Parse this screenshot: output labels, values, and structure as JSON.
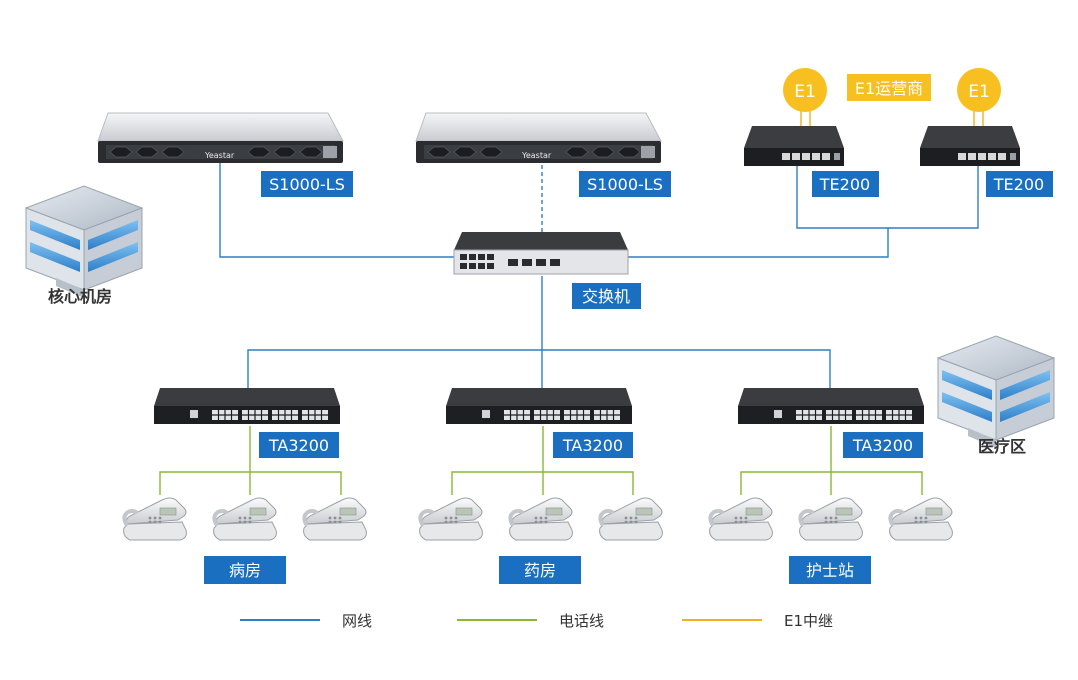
{
  "devices": {
    "server_left": "S1000-LS",
    "server_right": "S1000-LS",
    "te_left": "TE200",
    "te_right": "TE200",
    "switch": "交换机",
    "ta_left": "TA3200",
    "ta_mid": "TA3200",
    "ta_right": "TA3200",
    "brand": "Yeastar"
  },
  "e1": {
    "left_badge": "E1",
    "right_badge": "E1",
    "carrier": "E1运营商"
  },
  "areas": {
    "core": "核心机房",
    "medical": "医疗区",
    "ward": "病房",
    "pharmacy": "药房",
    "nurse": "护士站"
  },
  "legend": {
    "network": "网线",
    "phone": "电话线",
    "e1": "E1中继"
  },
  "colors": {
    "label_bg": "#1a6fc1",
    "network_line": "#2f7fc2",
    "phone_line": "#8ab832",
    "e1_line": "#f0b020",
    "e1_badge": "#f7bf1f"
  }
}
